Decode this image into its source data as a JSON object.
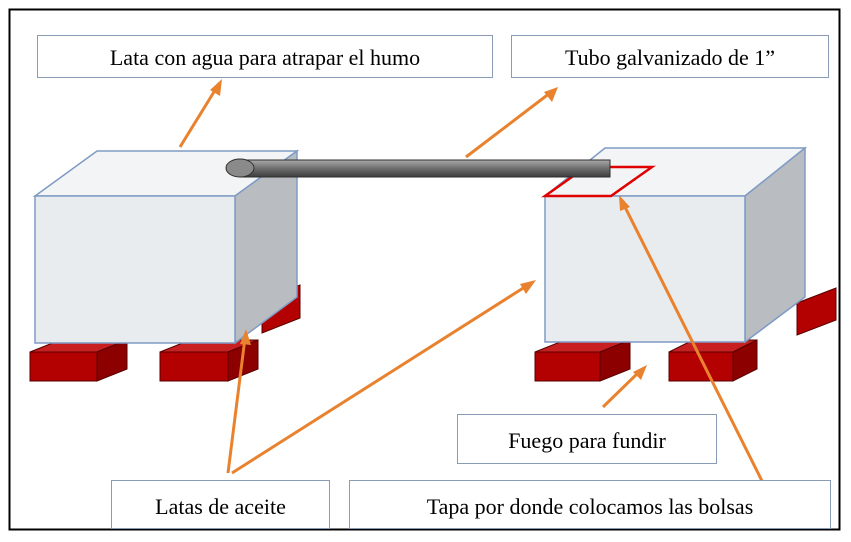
{
  "labels": {
    "lata_agua": "Lata con agua para atrapar el humo",
    "tubo": "Tubo galvanizado de 1”",
    "fuego": "Fuego para fundir",
    "latas_aceite": "Latas de aceite",
    "tapa": "Tapa por donde colocamos las bolsas"
  },
  "colors": {
    "frame": "#000000",
    "box_front": "#e9ecef",
    "box_top": "#f2f4f6",
    "box_side": "#b9bdc1",
    "box_edge": "#7f9bc4",
    "brick": "#b30000",
    "tube": "#6e6e6e",
    "lid": "#e00000",
    "arrow": "#e9822f",
    "label_border": "#8a9bb5"
  }
}
